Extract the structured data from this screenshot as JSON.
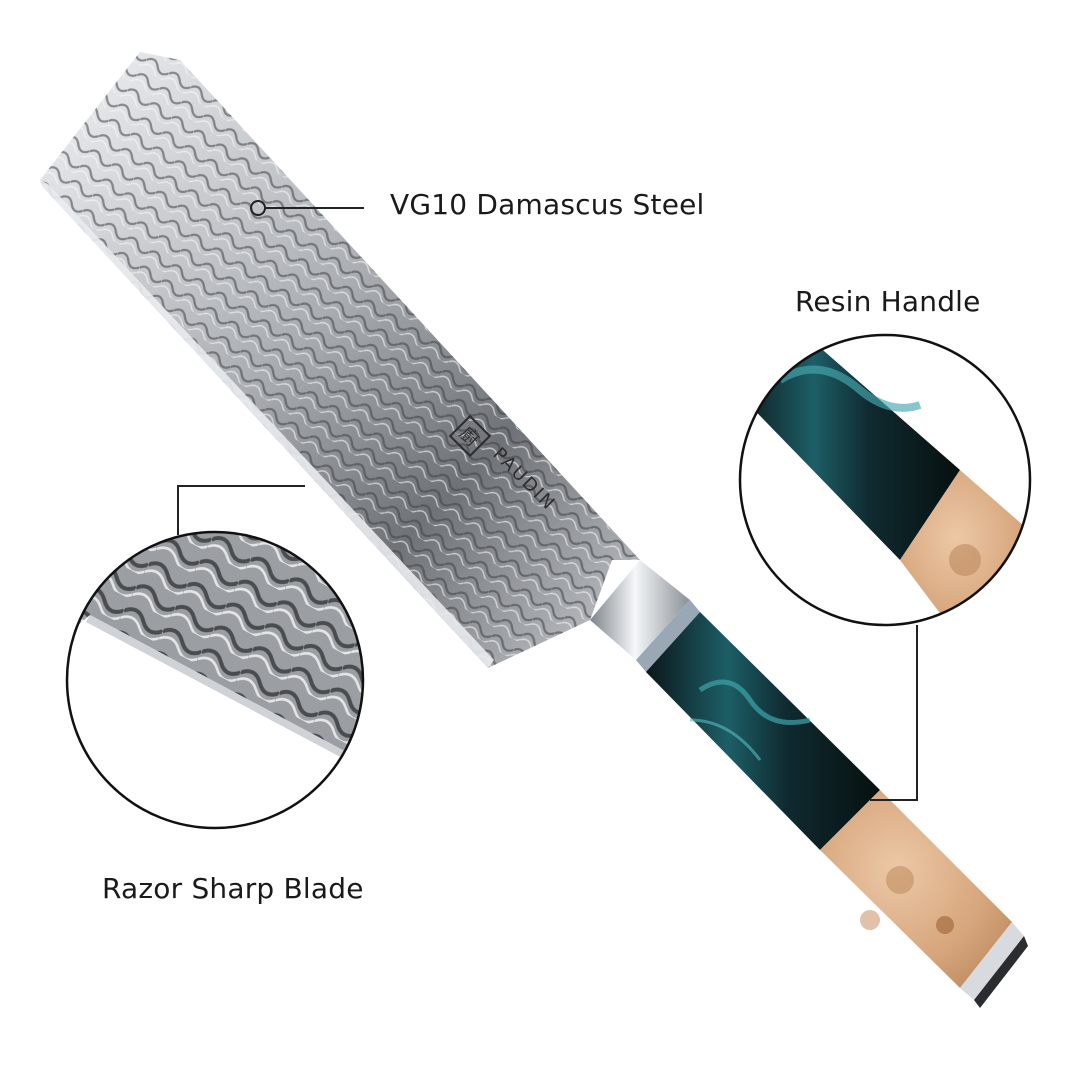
{
  "labels": {
    "steel": "VG10 Damascus Steel",
    "resin": "Resin Handle",
    "razor": "Razor Sharp Blade"
  },
  "brand": {
    "name": "PAUDIN",
    "logo_glyph": "廚"
  },
  "colors": {
    "blade_light": "#e8e9eb",
    "blade_dark": "#5c5f63",
    "resin_teal": "#1f6f78",
    "resin_dark": "#0d1b20",
    "wood": "#d9ab83",
    "bolster": "#c7ccd2",
    "callout_line": "#222222"
  },
  "icons": {
    "callout_marker": "circle-marker-icon",
    "brand_logo": "brand-logo-icon"
  }
}
